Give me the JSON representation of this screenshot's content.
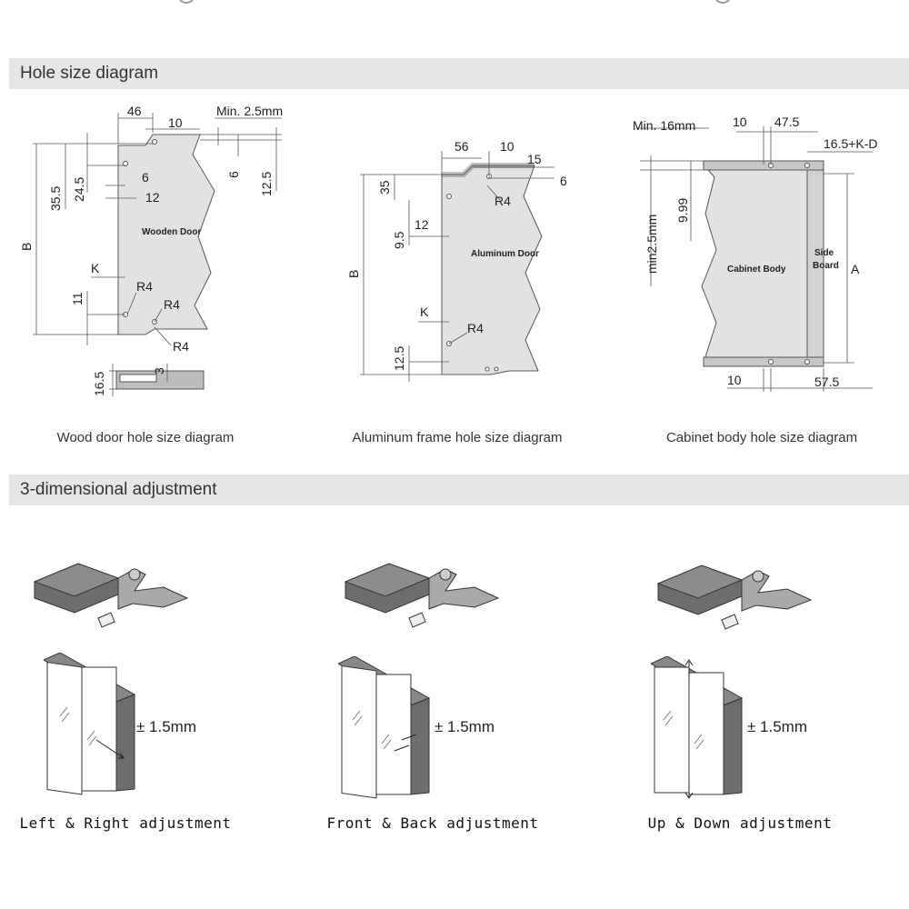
{
  "sections": {
    "hole_size": {
      "title": "Hole size diagram"
    },
    "adjustment": {
      "title": "3-dimensional adjustment"
    }
  },
  "wood_door": {
    "caption": "Wood door hole size diagram",
    "part_label": "Wooden Door",
    "dims": {
      "d46": "46",
      "d10": "10",
      "min": "Min. 2.5mm",
      "d35_5": "35.5",
      "d24_5": "24.5",
      "d6a": "6",
      "d12": "12",
      "d6b": "6",
      "d12_5": "12.5",
      "b": "B",
      "k": "K",
      "r4a": "R4",
      "r4b": "R4",
      "r4c": "R4",
      "d11": "11",
      "d16_5": "16.5",
      "d3": "3"
    }
  },
  "aluminum_frame": {
    "caption": "Aluminum frame hole size diagram",
    "part_label": "Aluminum Door",
    "dims": {
      "d56": "56",
      "d10": "10",
      "d15": "15",
      "d35": "35",
      "d6": "6",
      "r4a": "R4",
      "d12": "12",
      "d9_5": "9.5",
      "b": "B",
      "k": "K",
      "r4b": "R4",
      "d12_5": "12.5"
    }
  },
  "cabinet_body": {
    "caption": "Cabinet body hole size diagram",
    "part_label": "Cabinet Body",
    "side_label": "Side Board",
    "dims": {
      "min": "Min. 16mm",
      "d10a": "10",
      "d47_5": "47.5",
      "d16_5kd": "16.5+K-D",
      "min2_5": "min2.5mm",
      "d9_99": "9.99",
      "a": "A",
      "d10b": "10",
      "d57_5": "57.5"
    }
  },
  "adjustments": [
    {
      "caption": "Left & Right adjustment",
      "tolerance": "± 1.5mm"
    },
    {
      "caption": "Front & Back adjustment",
      "tolerance": "± 1.5mm"
    },
    {
      "caption": "Up & Down adjustment",
      "tolerance": "± 1.5mm"
    }
  ],
  "colors": {
    "bar": "#e6e6e6",
    "panel": "#e2e2e2",
    "line": "#555555",
    "dark": "#6d6d6d"
  }
}
